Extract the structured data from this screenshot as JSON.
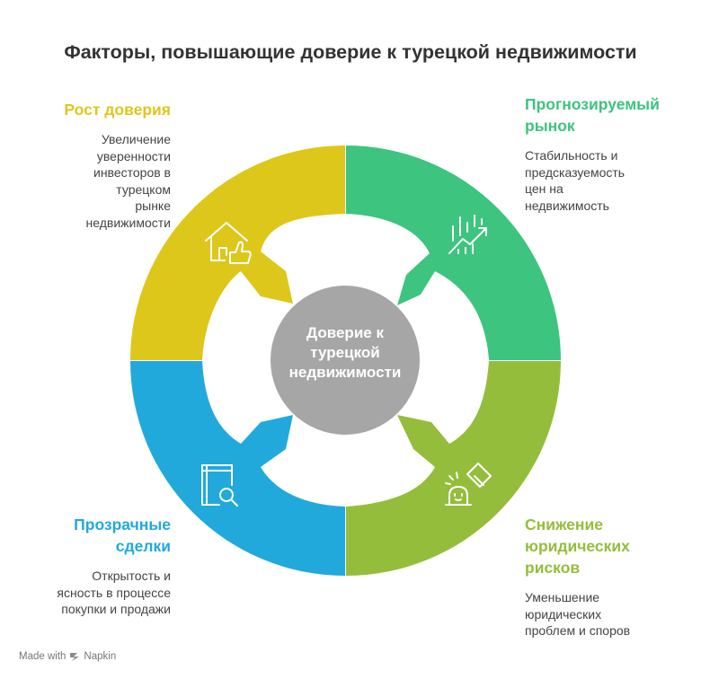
{
  "title": "Факторы, повышающие доверие к турецкой недвижимости",
  "center": {
    "label": "Доверие к турецкой недвижимости",
    "color": "#a6a6a6"
  },
  "segments": [
    {
      "id": "growth",
      "heading": "Рост доверия",
      "description": "Увеличение уверенности инвесторов в турецком рынке недвижимости",
      "color": "#dec71b",
      "icon": "house-thumbs-up-icon"
    },
    {
      "id": "market",
      "heading": "Прогнозируемый рынок",
      "description": "Стабильность и предсказуемость цен на недвижимость",
      "color": "#3dc47e",
      "icon": "trend-up-chart-icon"
    },
    {
      "id": "legal",
      "heading": "Снижение юридических рисков",
      "description": "Уменьшение юридических проблем и споров",
      "color": "#95bd3c",
      "icon": "gavel-icon"
    },
    {
      "id": "transparent",
      "heading": "Прозрачные сделки",
      "description": "Открытость и ясность в процессе покупки и продажи",
      "color": "#21a9dc",
      "icon": "book-search-icon"
    }
  ],
  "footer": {
    "made_with": "Made with",
    "brand": "Napkin"
  }
}
